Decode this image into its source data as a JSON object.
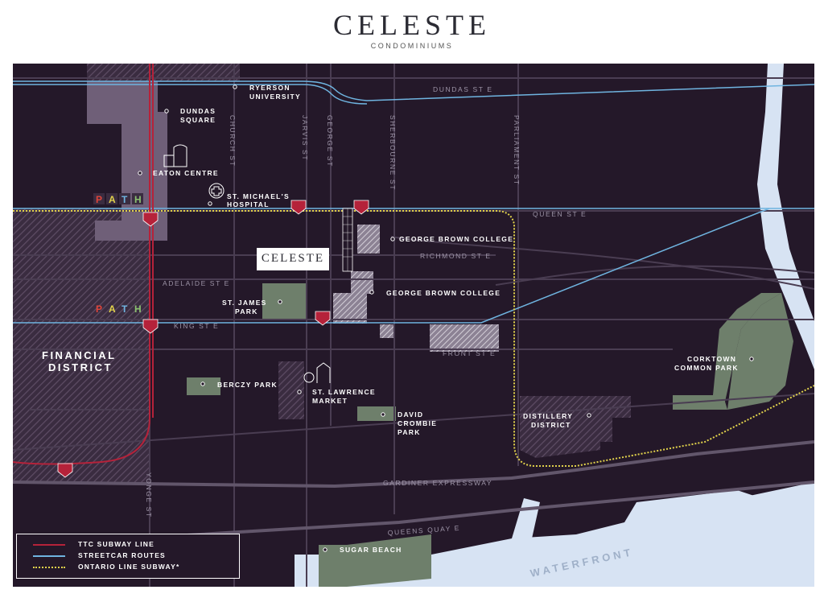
{
  "brand": {
    "title": "CELESTE",
    "subtitle": "CONDOMINIUMS"
  },
  "colors": {
    "background": "#241829",
    "road": "#3d3144",
    "road_major": "#4a3d52",
    "subway": "#b5223a",
    "streetcar": "#6fb4e0",
    "ontario_line": "#e1d24b",
    "water": "#d7e3f3",
    "park": "#6e7f6b",
    "building": "#6f5f78"
  },
  "streets": {
    "dundas": "DUNDAS ST E",
    "queen": "QUEEN ST E",
    "richmond": "RICHMOND ST E",
    "adelaide": "ADELAIDE ST E",
    "king": "KING ST E",
    "front": "FRONT ST E",
    "gardiner": "GARDINER EXPRESSWAY",
    "queens_quay": "QUEENS QUAY E",
    "church": "CHURCH ST",
    "jarvis": "JARVIS ST",
    "george": "GEORGE ST",
    "sherbourne": "SHERBOURNE ST",
    "parliament": "PARLIAMENT ST",
    "yonge": "YONGE ST"
  },
  "places": {
    "ryerson_1": "RYERSON",
    "ryerson_2": "UNIVERSITY",
    "dundas_sq_1": "DUNDAS",
    "dundas_sq_2": "SQUARE",
    "eaton": "EATON CENTRE",
    "st_michaels_1": "ST. MICHAEL'S",
    "st_michaels_2": "HOSPITAL",
    "gbc_1": "GEORGE BROWN COLLEGE",
    "gbc_2": "GEORGE BROWN COLLEGE",
    "st_james_1": "ST. JAMES",
    "st_james_2": "PARK",
    "financial_1": "FINANCIAL",
    "financial_2": "DISTRICT",
    "berczy": "BERCZY PARK",
    "st_lawrence_1": "ST. LAWRENCE",
    "st_lawrence_2": "MARKET",
    "david_1": "DAVID",
    "david_2": "CROMBIE",
    "david_3": "PARK",
    "distillery_1": "DISTILLERY",
    "distillery_2": "DISTRICT",
    "corktown_1": "CORKTOWN",
    "corktown_2": "COMMON PARK",
    "sugar_beach": "SUGAR BEACH",
    "waterfront": "WATERFRONT",
    "celeste_marker": "CELESTE"
  },
  "path_signs": {
    "p": "P",
    "a": "A",
    "t": "T",
    "h": "H"
  },
  "legend": {
    "subway": "TTC SUBWAY LINE",
    "streetcar": "STREETCAR ROUTES",
    "ontario": "ONTARIO LINE SUBWAY*"
  }
}
